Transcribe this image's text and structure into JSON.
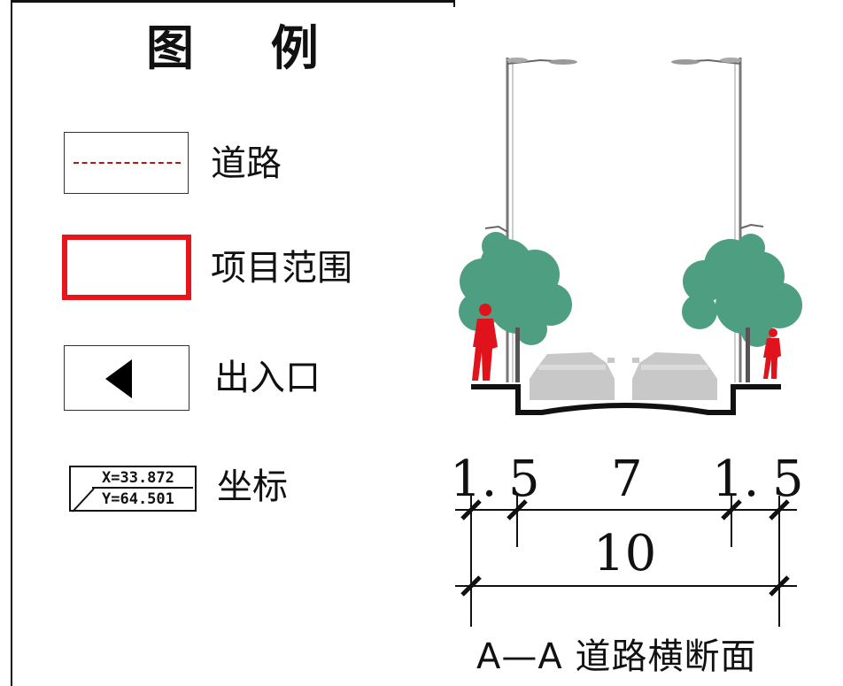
{
  "legend": {
    "title": "图 例",
    "items": [
      {
        "label": "道路",
        "symbol": "red-dashed-line",
        "color": "#b01818"
      },
      {
        "label": "项目范围",
        "symbol": "red-rectangle",
        "color": "#e8161a"
      },
      {
        "label": "出入口",
        "symbol": "black-left-triangle",
        "color": "#000000"
      },
      {
        "label": "坐标",
        "symbol": "coordinate-tag",
        "x_text": "X=33.872",
        "y_text": "Y=64.501"
      }
    ]
  },
  "cross_section": {
    "caption": "A—A 道路横断面",
    "segments": [
      "1.5",
      "7",
      "1.5"
    ],
    "segments_display": [
      "1.",
      "5",
      "7",
      "1.",
      "5"
    ],
    "total": "10",
    "colors": {
      "tree": "#4e9e82",
      "person": "#e0131c",
      "car": "#c8c8c8",
      "road": "#111111",
      "pole": "#777777"
    }
  }
}
